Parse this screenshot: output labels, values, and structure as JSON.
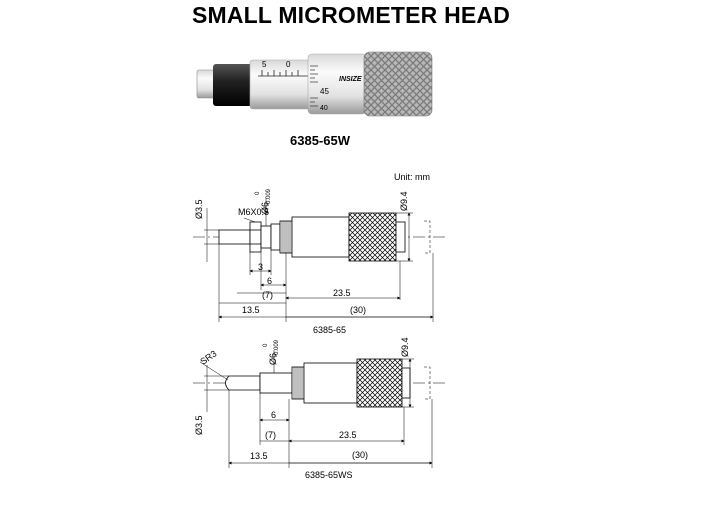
{
  "title": "SMALL MICROMETER HEAD",
  "product": {
    "model": "6385-65W",
    "brand": "INSIZE",
    "scale_numbers": [
      "5",
      "0",
      "45",
      "40"
    ]
  },
  "unit_label": "Unit: mm",
  "drawing1": {
    "caption": "6385-65",
    "thread": "M6X0.5",
    "spindle_dia": "Ø3.5",
    "sleeve_dia": "Ø6",
    "tol_upper": "0",
    "tol_lower": "-0.009",
    "thimble_dia": "Ø9.4",
    "dims": [
      "3",
      "6",
      "(7)",
      "23.5",
      "(30)",
      "13.5"
    ]
  },
  "drawing2": {
    "caption": "6385-65WS",
    "radius": "SR3",
    "spindle_dia": "Ø3.5",
    "sleeve_dia": "Ø6",
    "tol_upper": "0",
    "tol_lower": "-0.009",
    "thimble_dia": "Ø9.4",
    "dims": [
      "6",
      "(7)",
      "23.5",
      "(30)",
      "13.5"
    ]
  }
}
